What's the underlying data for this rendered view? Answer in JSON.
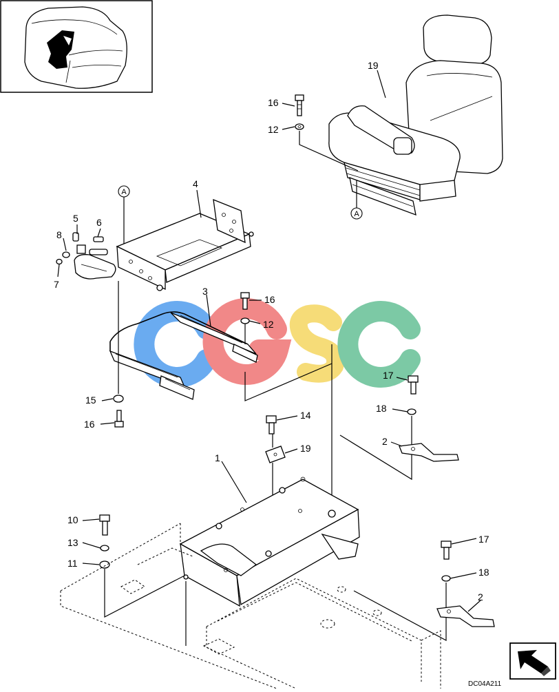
{
  "diagram": {
    "reference_marker": "A",
    "drawing_code": "DC04A211",
    "watermark": "CGSC",
    "watermark_colors": {
      "C1": "#5aa2ef",
      "G": "#f07c7c",
      "S": "#f6d96a",
      "C2": "#6ec49c"
    }
  },
  "callouts": {
    "c1": "1",
    "c2a": "2",
    "c2b": "2",
    "c3": "3",
    "c4": "4",
    "c5": "5",
    "c6": "6",
    "c7": "7",
    "c8": "8",
    "c10": "10",
    "c11": "11",
    "c12a": "12",
    "c12b": "12",
    "c13": "13",
    "c14": "14",
    "c15": "15",
    "c16a": "16",
    "c16b": "16",
    "c16c": "16",
    "c17a": "17",
    "c17b": "17",
    "c18a": "18",
    "c18b": "18",
    "c19a": "19",
    "c19b": "19"
  },
  "icons": {
    "inset": "machine-location-icon",
    "nav": "next-page-arrow-icon"
  }
}
